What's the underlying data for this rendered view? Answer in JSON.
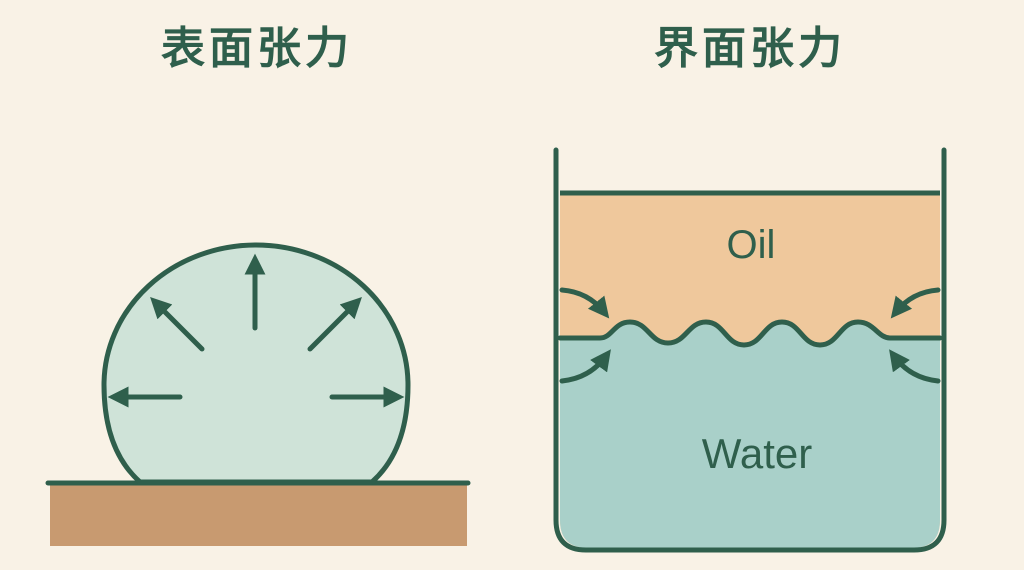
{
  "surface_tension": {
    "title": "表面张力"
  },
  "interfacial_tension": {
    "title": "界面张力",
    "top_layer_label": "Oil",
    "bottom_layer_label": "Water"
  },
  "colors": {
    "background": "#f9f2e6",
    "stroke": "#2f5f4c",
    "droplet_fill": "#cfe3d8",
    "ground_fill": "#c89a70",
    "oil_fill": "#efc89c",
    "water_fill": "#a9d0c9"
  }
}
